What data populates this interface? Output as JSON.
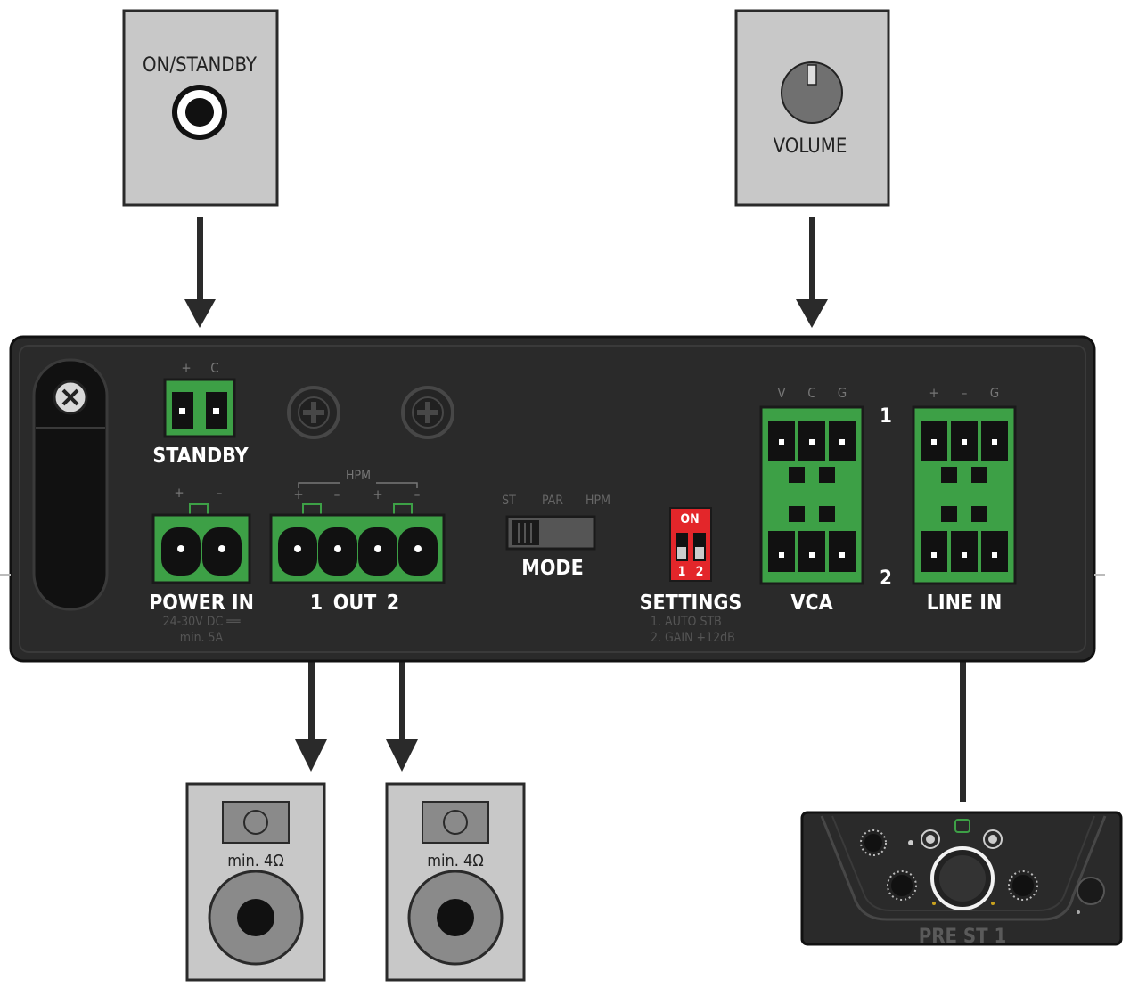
{
  "callouts": {
    "standby_switch": {
      "label": "ON/STANDBY"
    },
    "volume_knob": {
      "label": "VOLUME"
    },
    "speaker_1": {
      "label": "min. 4Ω"
    },
    "speaker_2": {
      "label": "min. 4Ω"
    },
    "preamp": {
      "label": "PRE ST 1"
    }
  },
  "panel": {
    "standby": {
      "label": "STANDBY",
      "pins": [
        "+",
        "C"
      ]
    },
    "power_in": {
      "label": "POWER IN",
      "pins": [
        "+",
        "–"
      ],
      "spec_line1": "24-30V DC ══",
      "spec_line2": "min. 5A"
    },
    "output": {
      "hpm_label": "HPM",
      "pins": [
        "+",
        "–",
        "+",
        "–"
      ],
      "num1": "1",
      "label": "OUT",
      "num2": "2"
    },
    "mode": {
      "label": "MODE",
      "options": [
        "ST",
        "PAR",
        "HPM"
      ]
    },
    "settings": {
      "label": "SETTINGS",
      "on_label": "ON",
      "sw1": "1",
      "sw2": "2",
      "line1": "1. AUTO STB",
      "line2": "2. GAIN +12dB"
    },
    "vca": {
      "label": "VCA",
      "pins": [
        "V",
        "C",
        "G"
      ]
    },
    "line_in": {
      "label": "LINE IN",
      "pins": [
        "+",
        "–",
        "G"
      ]
    },
    "channel_1": "1",
    "channel_2": "2"
  },
  "colors": {
    "panel": "#2a2a2a",
    "terminal_green": "#3da046",
    "dip_red": "#e3262a",
    "callout_grey": "#c8c8c8",
    "arrow": "#2a2a2a"
  }
}
